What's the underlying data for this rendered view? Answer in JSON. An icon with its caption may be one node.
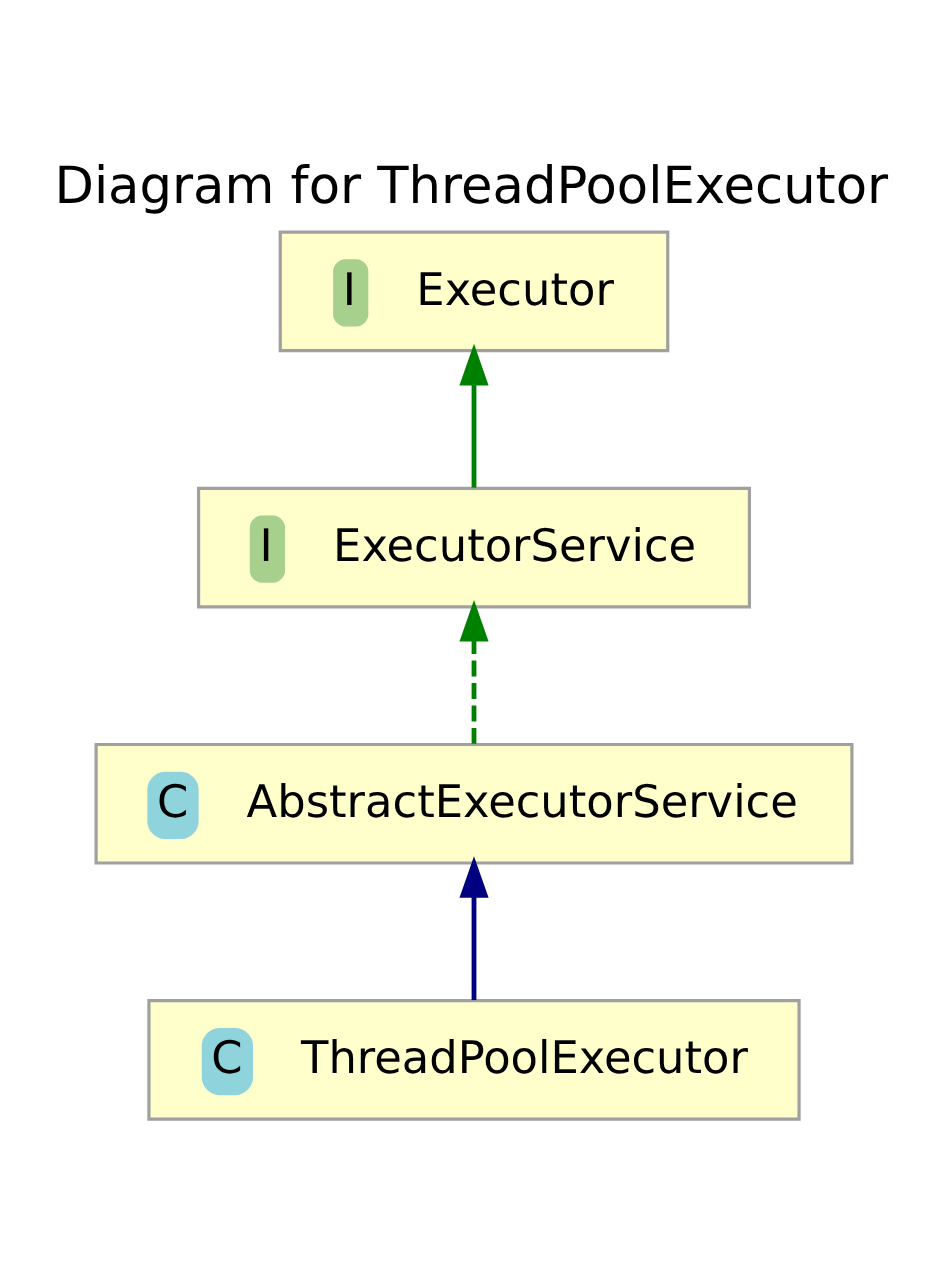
{
  "diagram": {
    "title": "Diagram for ThreadPoolExecutor",
    "nodes": [
      {
        "text": [
          "I",
          "Executor"
        ]
      },
      {
        "text": [
          "I",
          "ExecutorService"
        ]
      },
      {
        "text": [
          "C",
          "AbstractExecutorService"
        ]
      },
      {
        "text": [
          "C",
          "ThreadPoolExecutor"
        ]
      }
    ],
    "edges": [
      {
        "from": 1,
        "to": 0,
        "arrow": "to"
      },
      {
        "from": 2,
        "to": 1,
        "arrow": "to",
        "style": "dashed"
      },
      {
        "from": 3,
        "to": 2,
        "arrow": "to",
        "color": "#000080"
      }
    ]
  }
}
